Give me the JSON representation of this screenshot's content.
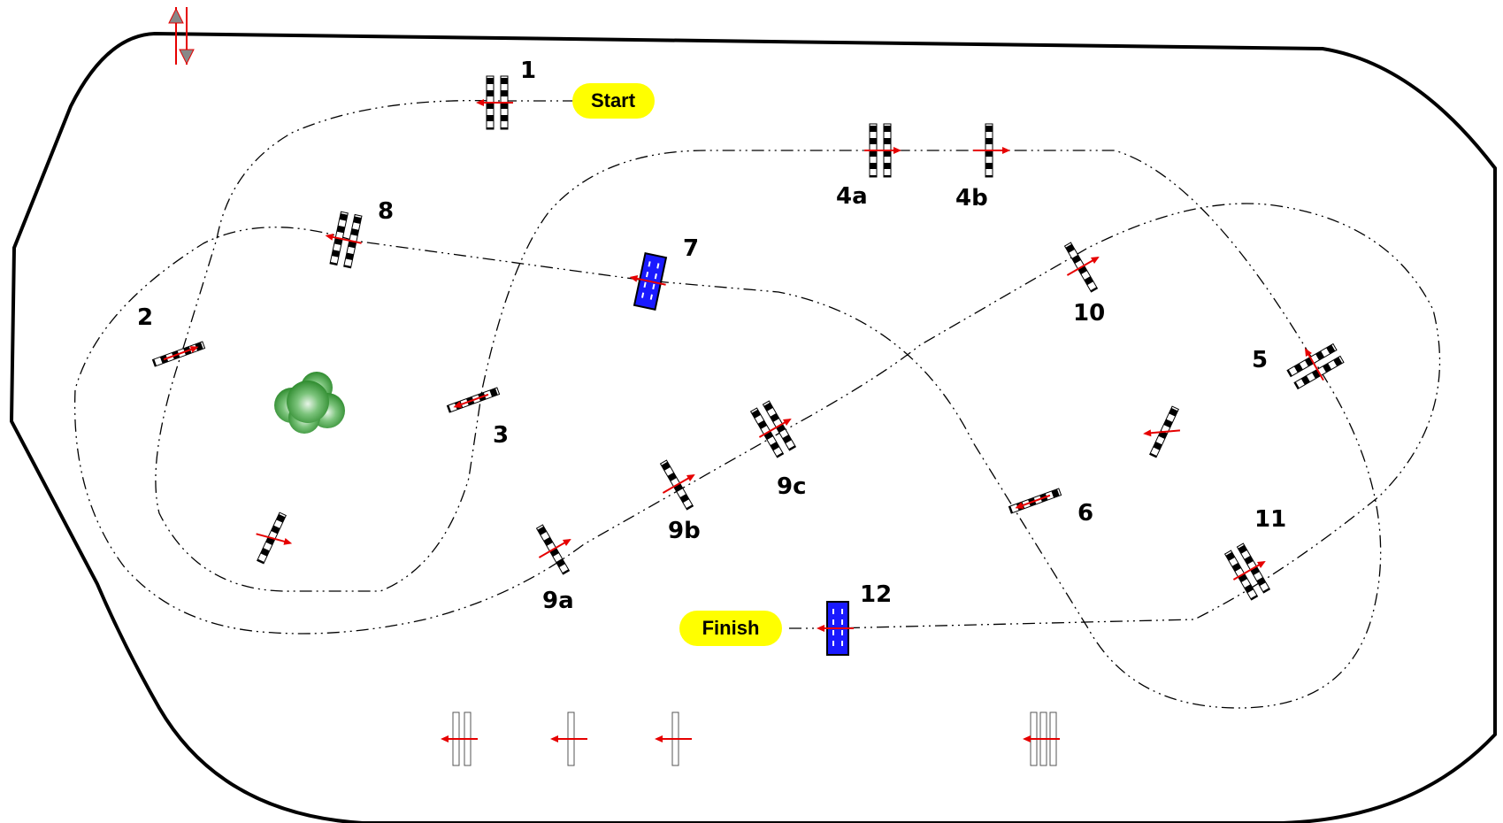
{
  "labels": {
    "start": "Start",
    "finish": "Finish",
    "obstacles": [
      "1",
      "2",
      "3",
      "4a",
      "4b",
      "5",
      "6",
      "7",
      "8",
      "9a",
      "9b",
      "9c",
      "10",
      "11",
      "12"
    ]
  },
  "colors": {
    "pill": "#ffff00",
    "water_jump": "#1a1aff",
    "direction_arrow": "#e60000",
    "bush": "#4caf50"
  },
  "icons": [
    "direction-arrow-icon",
    "bush-icon",
    "vertical-jump-icon",
    "oxer-jump-icon",
    "triple-bar-icon",
    "water-jump-icon"
  ]
}
